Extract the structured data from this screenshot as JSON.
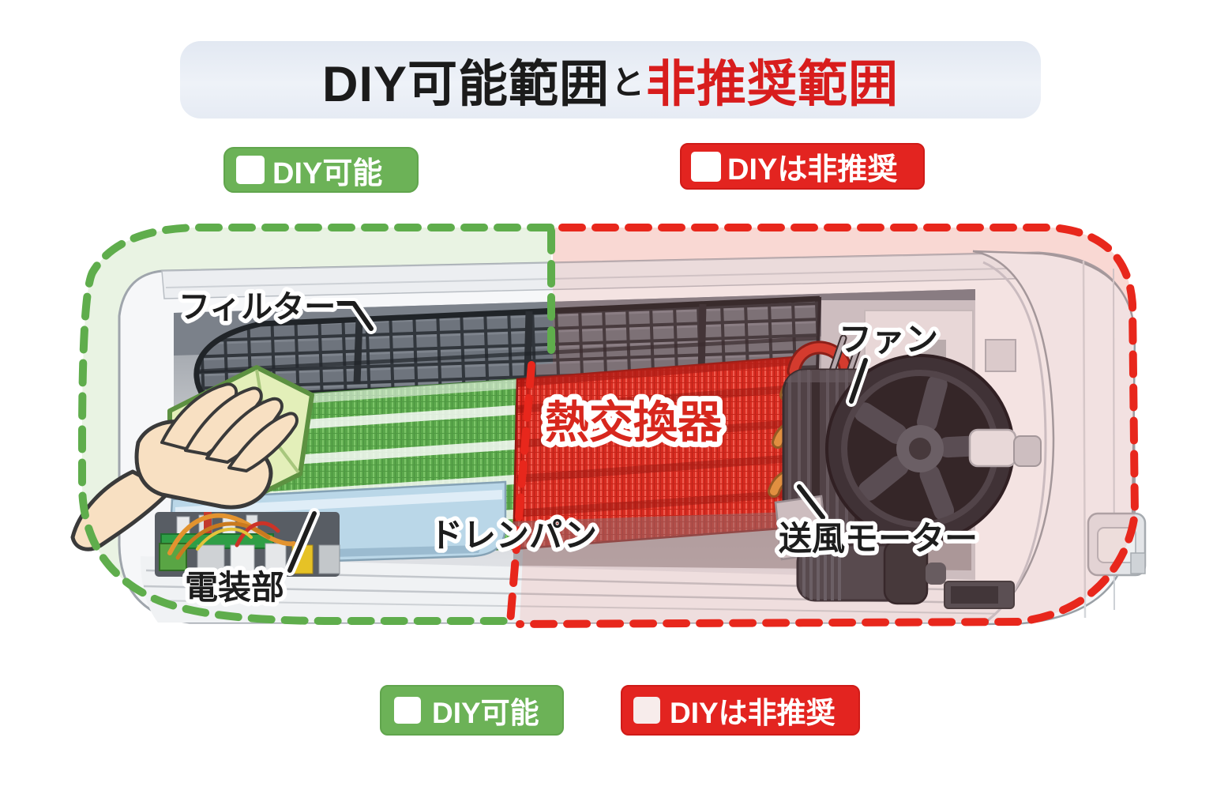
{
  "title": {
    "part_black": "DIY可能範囲",
    "part_connector": "と",
    "part_red": "非推奨範囲"
  },
  "legends": {
    "top_ok": "DIY可能",
    "top_ng": "DIYは非推奨",
    "bottom_ok": "DIY可能",
    "bottom_ng": "DIYは非推奨"
  },
  "labels": {
    "filter": "フィルター",
    "heat_exchanger": "熱交換器",
    "fan": "ファン",
    "drain_pan": "ドレンパン",
    "blower_motor": "送風モーター",
    "electrical_box": "電装部"
  },
  "colors": {
    "ok_green": "#6cb257",
    "ng_red": "#e32420",
    "dash_green": "#5fad4c",
    "dash_red": "#e8271c",
    "title_black": "#1b1b1b",
    "title_red": "#d81d1d",
    "coil_green": "#5aa74b",
    "coil_red": "#d6251b",
    "drain_pan_blue": "#bad7e8",
    "zone_green_tint": "#e9f3e3",
    "zone_red_tint": "#fcebe7"
  }
}
